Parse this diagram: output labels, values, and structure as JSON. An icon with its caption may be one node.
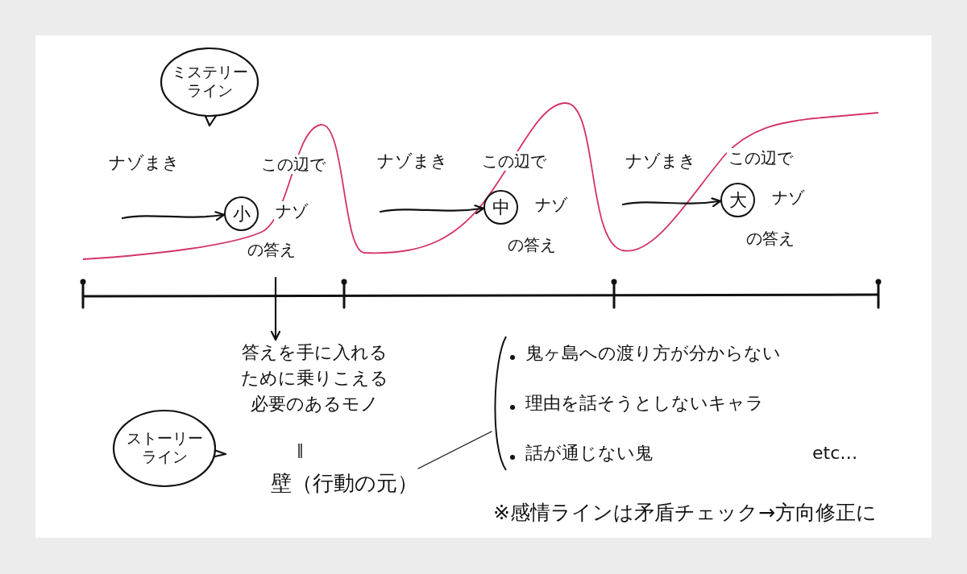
{
  "diagram": {
    "nodes": [
      {
        "text": [
          "ミステリーライン"
        ]
      },
      {
        "text": [
          "小"
        ],
        "beside": [
          "この辺で",
          "ナゾ",
          "の答え"
        ]
      },
      {
        "text": [
          "中"
        ],
        "beside": [
          "この辺で",
          "ナゾ",
          "の答え"
        ]
      },
      {
        "text": [
          "大"
        ],
        "beside": [
          "この辺で",
          "ナゾ",
          "の答え"
        ]
      },
      {
        "text": [
          "答えを手に入れるために乗りこえる必要のあるモノ"
        ]
      },
      {
        "text": [
          "ストーリーライン"
        ]
      },
      {
        "text": [
          "壁（行動の元）"
        ]
      },
      {
        "text": [
          "鬼ヶ島への渡り方が分からない",
          "理由を話そうとしないキャラ",
          "話が通じない鬼"
        ]
      }
    ],
    "edges": [
      {
        "from": null,
        "to": 1,
        "arrow": "to",
        "label": "ナゾまき"
      },
      {
        "from": null,
        "to": 2,
        "arrow": "to",
        "label": "ナゾまき"
      },
      {
        "from": null,
        "to": 3,
        "arrow": "to",
        "label": "ナゾまき"
      },
      {
        "from": null,
        "to": 4,
        "arrow": "to"
      },
      {
        "from": 6,
        "to": 7,
        "arrow": "none"
      }
    ],
    "labels": [
      "‖",
      "etc…",
      "※感情ラインは矛盾チェック→方向修正に"
    ]
  }
}
